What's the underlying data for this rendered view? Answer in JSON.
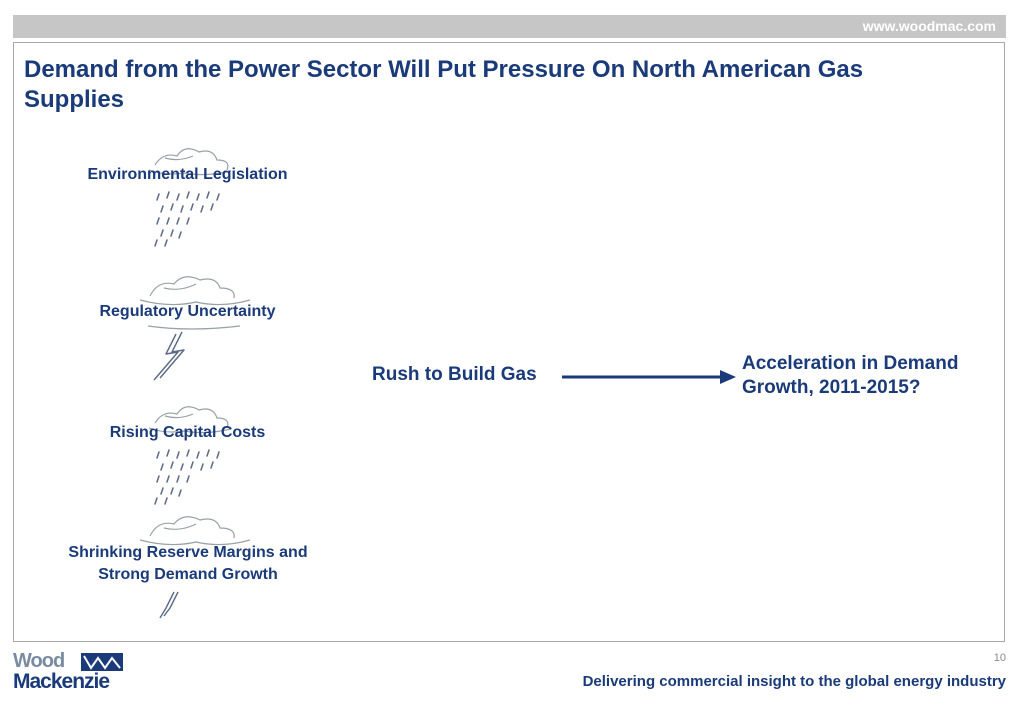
{
  "header": {
    "url": "www.woodmac.com"
  },
  "slide": {
    "title": "Demand from the Power Sector Will Put Pressure On North American Gas Supplies",
    "factors": [
      {
        "label": "Environmental Legislation",
        "icon": "rain-cloud-icon"
      },
      {
        "label": "Regulatory Uncertainty",
        "icon": "lightning-cloud-icon"
      },
      {
        "label": "Rising Capital Costs",
        "icon": "rain-cloud-icon"
      },
      {
        "label": "Shrinking Reserve Margins and Strong Demand Growth",
        "icon": "lightning-cloud-icon"
      }
    ],
    "cause": "Rush to Build Gas",
    "effect": "Acceleration in Demand Growth, 2011-2015?",
    "colors": {
      "title": "#1a3a7a",
      "topbar": "#c6c6c6",
      "arrow": "#1a3a7a"
    }
  },
  "footer": {
    "page_number": "10",
    "tagline": "Delivering commercial insight to the global energy industry",
    "logo": {
      "line1": "Wood",
      "line2": "Mackenzie",
      "icon": "wm-logo-icon"
    }
  }
}
